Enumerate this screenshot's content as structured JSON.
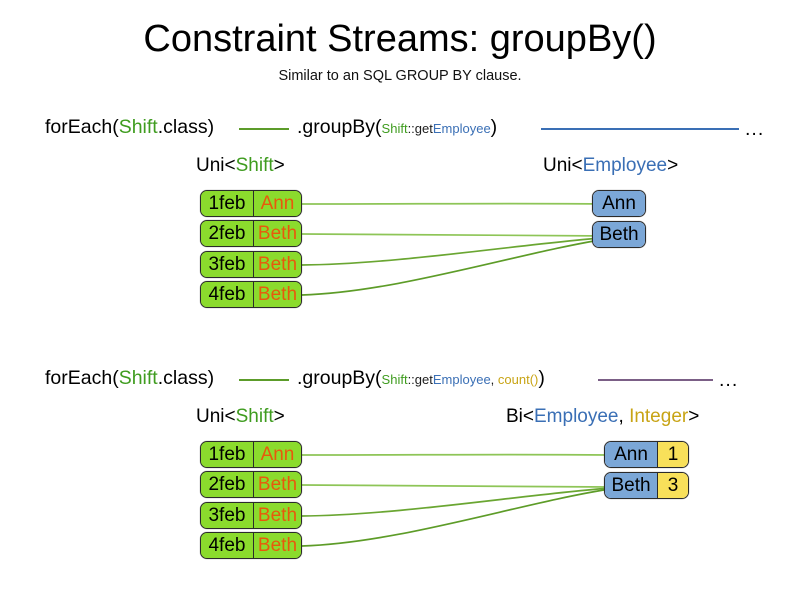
{
  "title": "Constraint Streams: groupBy()",
  "subtitle": "Similar to an SQL GROUP BY clause.",
  "colors": {
    "shift_green": "#8BDB2D",
    "shift_text_green": "#3f9c1f",
    "employee_blue": "#7BA7D7",
    "employee_text_blue": "#3a6fb5",
    "integer_gold": "#c8a415",
    "count_yellow": "#F8E05A",
    "name_orange": "#e8590c",
    "link_green": "#7ab648",
    "rule_green": "#5c9c2a",
    "rule_blue": "#3a6fb5",
    "rule_purple": "#7b5f86",
    "border": "#2b2b2b",
    "background": "#ffffff"
  },
  "sections": [
    {
      "id": "groupby-key-only",
      "code": {
        "foreach": {
          "prefix": "forEach(",
          "type": "Shift",
          "suffix": ".class)"
        },
        "groupby": {
          "prefix": ".groupBy(",
          "arg_owner": "Shift",
          "arg_sep": "::get",
          "arg_prop": "Employee",
          "suffix": ")"
        },
        "ellipsis": "..."
      },
      "left_label": {
        "prefix": "Uni<",
        "type": "Shift",
        "suffix": ">"
      },
      "right_label": {
        "prefix": "Uni<",
        "type": "Employee",
        "suffix": ">"
      },
      "left_nodes": [
        {
          "date": "1feb",
          "name": "Ann"
        },
        {
          "date": "2feb",
          "name": "Beth"
        },
        {
          "date": "3feb",
          "name": "Beth"
        },
        {
          "date": "4feb",
          "name": "Beth"
        }
      ],
      "right_nodes": [
        {
          "employee": "Ann",
          "count": null
        },
        {
          "employee": "Beth",
          "count": null
        }
      ],
      "links": [
        {
          "from": 0,
          "to": 0
        },
        {
          "from": 1,
          "to": 1
        },
        {
          "from": 2,
          "to": 1
        },
        {
          "from": 3,
          "to": 1
        }
      ]
    },
    {
      "id": "groupby-key-count",
      "code": {
        "foreach": {
          "prefix": "forEach(",
          "type": "Shift",
          "suffix": ".class)"
        },
        "groupby": {
          "prefix": ".groupBy(",
          "arg_owner": "Shift",
          "arg_sep": "::get",
          "arg_prop": "Employee",
          "arg_comma": ", ",
          "arg_collector": "count()",
          "suffix": ")"
        },
        "ellipsis": "..."
      },
      "left_label": {
        "prefix": "Uni<",
        "type": "Shift",
        "suffix": ">"
      },
      "right_label": {
        "prefix": "Bi<",
        "type": "Employee",
        "sep": ", ",
        "type2": "Integer",
        "suffix": ">"
      },
      "left_nodes": [
        {
          "date": "1feb",
          "name": "Ann"
        },
        {
          "date": "2feb",
          "name": "Beth"
        },
        {
          "date": "3feb",
          "name": "Beth"
        },
        {
          "date": "4feb",
          "name": "Beth"
        }
      ],
      "right_nodes": [
        {
          "employee": "Ann",
          "count": "1"
        },
        {
          "employee": "Beth",
          "count": "3"
        }
      ],
      "links": [
        {
          "from": 0,
          "to": 0
        },
        {
          "from": 1,
          "to": 1
        },
        {
          "from": 2,
          "to": 1
        },
        {
          "from": 3,
          "to": 1
        }
      ]
    }
  ]
}
